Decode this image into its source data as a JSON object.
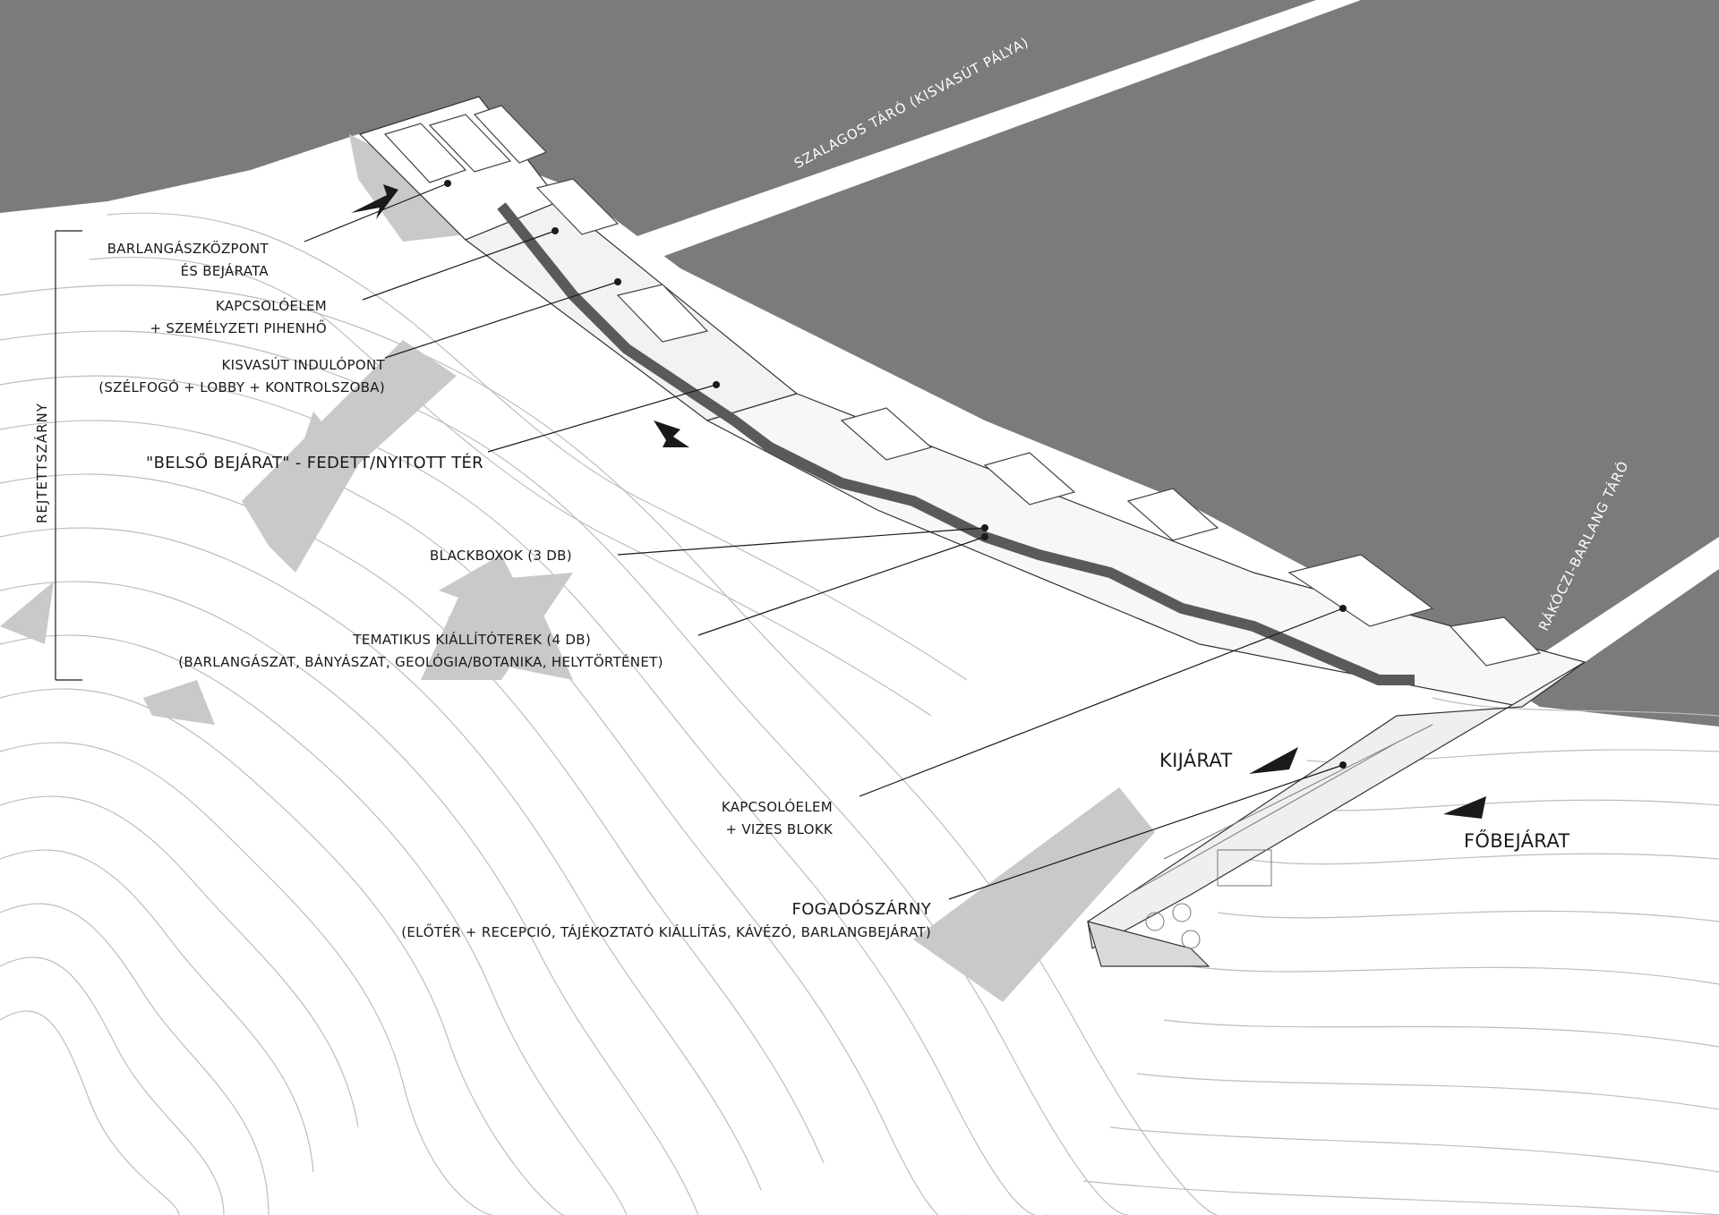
{
  "tunnels": {
    "szalagos": "SZALAGOS TÁRÓ (KISVASÚT PÁLYA)",
    "rakoczi": "RÁKÓCZI-BARLANG TÁRÓ"
  },
  "wing_label": "REJTETTSZÁRNY",
  "labels": {
    "barlangasz": {
      "l1": "BARLANGÁSZKÖZPONT",
      "l2": "ÉS BEJÁRATA"
    },
    "kapcsolo1": {
      "l1": "KAPCSOLÓELEM",
      "l2": "+ SZEMÉLYZETI PIHENHŐ"
    },
    "kisvasut": {
      "l1": "KISVASÚT INDULÓPONT",
      "l2": "(SZÉLFOGÓ + LOBBY + KONTROLSZOBA)"
    },
    "belso": {
      "l1": "\"BELSŐ BEJÁRAT\" - FEDETT/NYITOTT TÉR"
    },
    "blackbox": {
      "l1": "BLACKBOXOK (3 DB)"
    },
    "tematikus": {
      "l1": "TEMATIKUS KIÁLLÍTÓTEREK (4 DB)",
      "l2": "(BARLANGÁSZAT, BÁNYÁSZAT, GEOLÓGIA/BOTANIKA, HELYTÖRTÉNET)"
    },
    "kapcsolo2": {
      "l1": "KAPCSOLÓELEM",
      "l2": "+ VIZES BLOKK"
    },
    "fogado": {
      "l1": "FOGADÓSZÁRNY",
      "l2": "(ELŐTÉR + RECEPCIÓ, TÁJÉKOZTATÓ KIÁLLÍTÁS, KÁVÉZÓ, BARLANGBEJÁRAT)"
    },
    "kijarat": "KIJÁRAT",
    "fobejarat": "FŐBEJÁRAT"
  },
  "colors": {
    "rock": "#7b7b7b",
    "shadow": "#c9c9c9",
    "wall_dark": "#5a5a5a",
    "line": "#1a1a1a"
  }
}
